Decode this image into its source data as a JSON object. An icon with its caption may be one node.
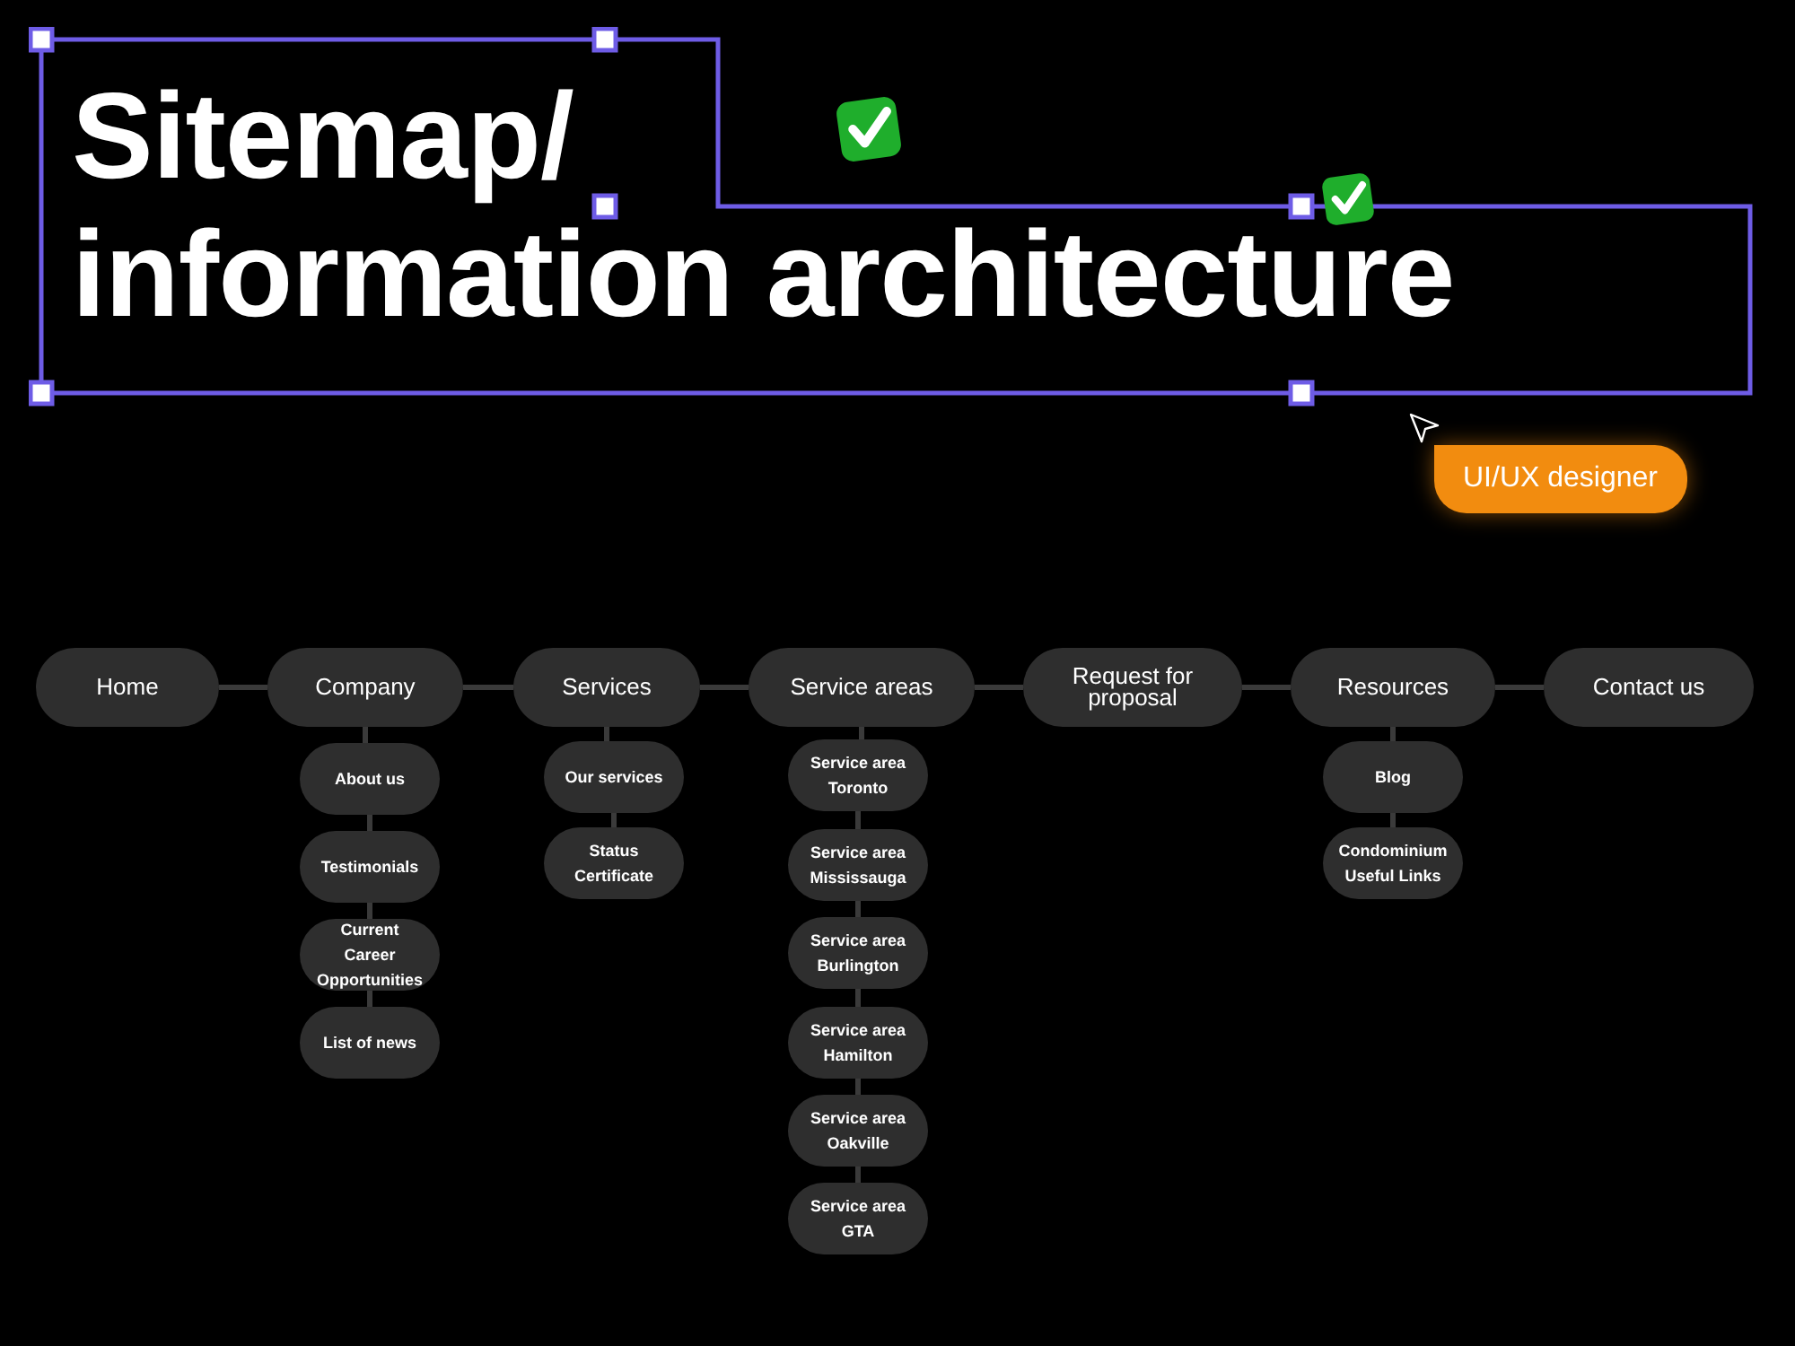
{
  "diagram": {
    "title": "Sitemap/ information architecture",
    "nodes": [
      {
        "text": [
          "Home"
        ]
      },
      {
        "text": [
          "Company"
        ]
      },
      {
        "text": [
          "Services"
        ]
      },
      {
        "text": [
          "Service areas"
        ]
      },
      {
        "text": [
          "Request for proposal"
        ]
      },
      {
        "text": [
          "Resources"
        ]
      },
      {
        "text": [
          "Contact us"
        ]
      },
      {
        "text": [
          "About us"
        ]
      },
      {
        "text": [
          "Testimonials"
        ]
      },
      {
        "text": [
          "Current Career Opportunities"
        ]
      },
      {
        "text": [
          "List of news"
        ]
      },
      {
        "text": [
          "Our services"
        ]
      },
      {
        "text": [
          "Status Certificate"
        ]
      },
      {
        "text": [
          "Service area Toronto"
        ]
      },
      {
        "text": [
          "Service area Mississauga"
        ]
      },
      {
        "text": [
          "Service area Burlington"
        ]
      },
      {
        "text": [
          "Service area Hamilton"
        ]
      },
      {
        "text": [
          "Service area Oakville"
        ]
      },
      {
        "text": [
          "Service area GTA"
        ]
      },
      {
        "text": [
          "Blog"
        ]
      },
      {
        "text": [
          "Condominium Useful Links"
        ]
      }
    ],
    "edges": [
      {
        "from": 0,
        "to": 1,
        "arrow": "none"
      },
      {
        "from": 1,
        "to": 2,
        "arrow": "none"
      },
      {
        "from": 2,
        "to": 3,
        "arrow": "none"
      },
      {
        "from": 3,
        "to": 4,
        "arrow": "none"
      },
      {
        "from": 4,
        "to": 5,
        "arrow": "none"
      },
      {
        "from": 5,
        "to": 6,
        "arrow": "none"
      },
      {
        "from": 1,
        "to": 7,
        "arrow": "none"
      },
      {
        "from": 7,
        "to": 8,
        "arrow": "none"
      },
      {
        "from": 8,
        "to": 9,
        "arrow": "none"
      },
      {
        "from": 9,
        "to": 10,
        "arrow": "none"
      },
      {
        "from": 2,
        "to": 11,
        "arrow": "none"
      },
      {
        "from": 11,
        "to": 12,
        "arrow": "none"
      },
      {
        "from": 3,
        "to": 13,
        "arrow": "none"
      },
      {
        "from": 13,
        "to": 14,
        "arrow": "none"
      },
      {
        "from": 14,
        "to": 15,
        "arrow": "none"
      },
      {
        "from": 15,
        "to": 16,
        "arrow": "none"
      },
      {
        "from": 16,
        "to": 17,
        "arrow": "none"
      },
      {
        "from": 17,
        "to": 18,
        "arrow": "none"
      },
      {
        "from": 5,
        "to": 19,
        "arrow": "none"
      },
      {
        "from": 19,
        "to": 20,
        "arrow": "none"
      }
    ],
    "labels": [
      "UI/UX designer"
    ]
  }
}
